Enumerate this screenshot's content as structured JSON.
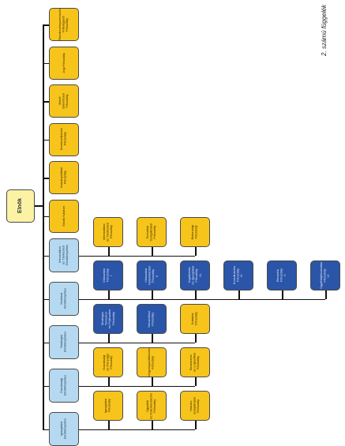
{
  "appendix_label": "2. számú függelék",
  "root": {
    "label": "Elnök"
  },
  "top_units": [
    {
      "id": "t0",
      "label": "Rendezvényszervezési\nFőfelügyelő\nFőosztály"
    },
    {
      "id": "t1",
      "label": "Jogi Főosztály"
    },
    {
      "id": "t2",
      "label": "Belső\nEllenőrzési\nFőosztály"
    },
    {
      "id": "t3",
      "label": "Kommunikációs\nFőosztály"
    },
    {
      "id": "t4",
      "label": "Humánpolitikai\nFőosztály"
    },
    {
      "id": "t5",
      "label": "Elnöki Kabinet"
    }
  ],
  "vice_presidents": [
    {
      "id": "v0",
      "label": "Informatikai\nés Távközlési\nElnökhelyettes",
      "subunits": [
        {
          "id": "v0s0",
          "label": "Informatikai\nés Távközlési\nFőosztály",
          "color": "yellow"
        },
        {
          "id": "v0s1",
          "label": "Technikai\nSzolgáltatási\nFőosztály",
          "color": "yellow"
        },
        {
          "id": "v0s2",
          "label": "Biztonsági\nFőosztály",
          "color": "yellow"
        }
      ]
    },
    {
      "id": "v1",
      "label": "Szakmai\nElnökhelyettes",
      "subunits": [
        {
          "id": "v1s0",
          "label": "Választási\nFőosztály\nI.",
          "color": "blue"
        },
        {
          "id": "v1s1",
          "label": "Választási\nNyilvántartási\nFőosztály\nII.",
          "color": "blue"
        },
        {
          "id": "v1s2",
          "label": "Jogalkotási\nés Igazgatási\nFőosztály\nIII.",
          "color": "blue"
        },
        {
          "id": "v1s3",
          "label": "Koordinációs\nFőosztály\nIV.",
          "color": "blue"
        },
        {
          "id": "v1s4",
          "label": "Elemzési\nFőosztály\nV.",
          "color": "blue"
        },
        {
          "id": "v1s5",
          "label": "Ügyféltájékoztatási\nFőosztály\nVI.",
          "color": "blue"
        }
      ]
    },
    {
      "id": "v2",
      "label": "Stratégiai\nElnökhelyettes",
      "subunits": [
        {
          "id": "v2s0",
          "label": "Stratégiai\nTervezési\nés Fejlesztési\nFőosztály",
          "color": "blue"
        },
        {
          "id": "v2s1",
          "label": "Nemzetközi\nFőosztály",
          "color": "blue"
        },
        {
          "id": "v2s2",
          "label": "Kutatási\nFőosztály",
          "color": "yellow"
        }
      ]
    },
    {
      "id": "v3",
      "label": "Gazdasági\nElnökhelyettes",
      "subunits": [
        {
          "id": "v3s0",
          "label": "Gazdasági\nés Pénzügyi\nFőosztály",
          "color": "yellow"
        },
        {
          "id": "v3s1",
          "label": "Vagyongazdálkodási\nFőosztály",
          "color": "yellow"
        },
        {
          "id": "v3s2",
          "label": "Beszerzési\nés Logisztikai\nFőosztály",
          "color": "yellow"
        }
      ]
    },
    {
      "id": "v4",
      "label": "Igazgatási\nElnökhelyettes",
      "subunits": [
        {
          "id": "v4s0",
          "label": "Igazgatási\nFőosztály",
          "color": "yellow"
        },
        {
          "id": "v4s1",
          "label": "Ügyviteli\nés Dokumentációs\nFőosztály",
          "color": "yellow"
        },
        {
          "id": "v4s2",
          "label": "Humán-\nszolgáltatási\nFőosztály",
          "color": "yellow"
        }
      ]
    }
  ],
  "colors": {
    "yellow": "#f7c41b",
    "blue": "#2a55a8",
    "lightblue": "#b4d9f1",
    "root": "#fbf2a5",
    "line": "#111111"
  }
}
